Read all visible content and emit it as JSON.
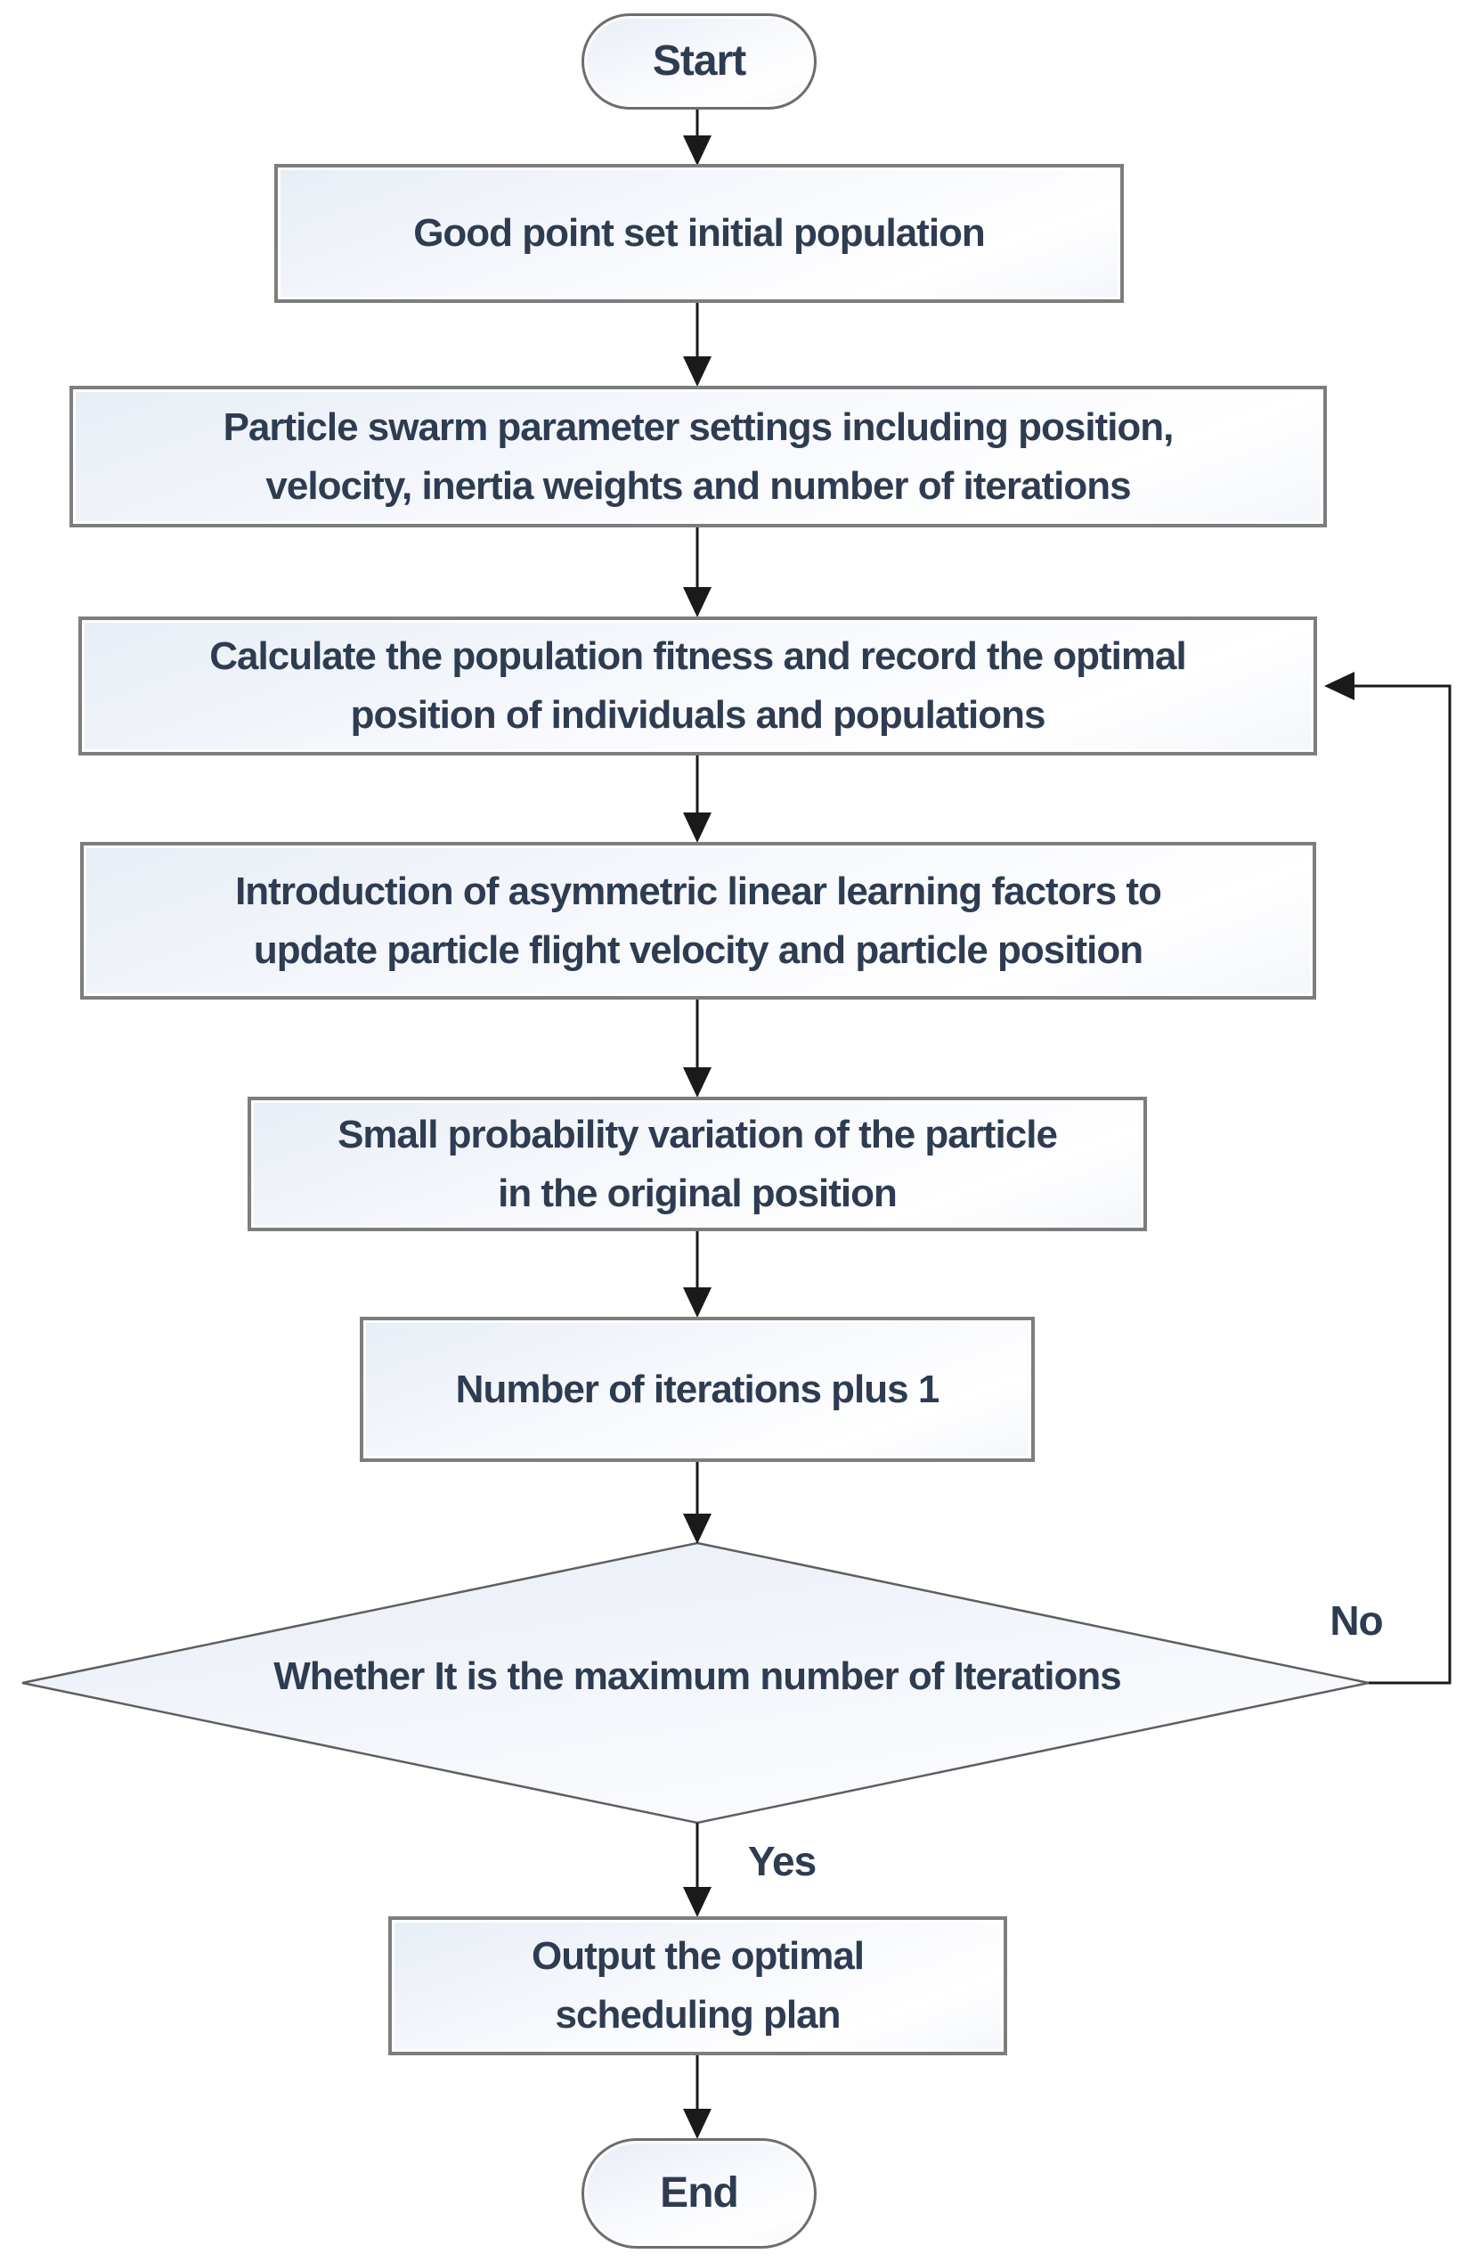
{
  "colors": {
    "page-bg": "#ffffff",
    "node-border": "#7d7d7d",
    "terminator-border": "#6d6d6d",
    "diamond-border": "#5f5f5f",
    "node-fill-top": "#e8eef6",
    "text-color": "#2e3c52",
    "arrow-color": "#1a1a1a"
  },
  "flowchart": {
    "nodes": {
      "start": "Start",
      "init": "Good point set initial population",
      "params": "Particle swarm parameter settings including position,\nvelocity, inertia weights and number of iterations",
      "fitness": "Calculate the population fitness and record the optimal\nposition of individuals and populations",
      "learning": "Introduction of asymmetric linear learning factors to\nupdate particle flight velocity and particle position",
      "mutation": "Small probability variation of the particle\nin the original position",
      "increment": "Number of iterations plus 1",
      "decision": "Whether It is the maximum number of Iterations",
      "output": "Output the optimal\nscheduling plan",
      "end": "End"
    },
    "branch_labels": {
      "no": "No",
      "yes": "Yes"
    }
  }
}
